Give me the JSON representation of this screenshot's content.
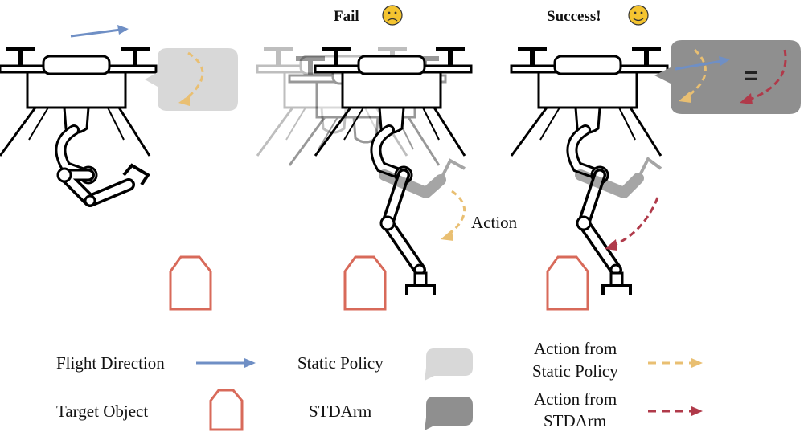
{
  "panels": {
    "fail": {
      "title": "Fail",
      "emoji": "☹"
    },
    "success": {
      "title": "Success!",
      "emoji": "🙂"
    },
    "action_label": "Action",
    "equals": "="
  },
  "legend": {
    "flight_direction": "Flight Direction",
    "target_object": "Target Object",
    "static_policy": "Static Policy",
    "stdarm": "STDArm",
    "action_static_line1": "Action from",
    "action_static_line2": "Static Policy",
    "action_stdarm_line1": "Action from",
    "action_stdarm_line2": "STDArm"
  },
  "colors": {
    "flight": "#6f8fc5",
    "target": "#d86a5a",
    "static_bubble": "#d8d8d8",
    "stdarm_bubble": "#8f8f8f",
    "action_static": "#e9bf72",
    "action_stdarm": "#b03a4a",
    "emoji_face": "#f4c430"
  }
}
